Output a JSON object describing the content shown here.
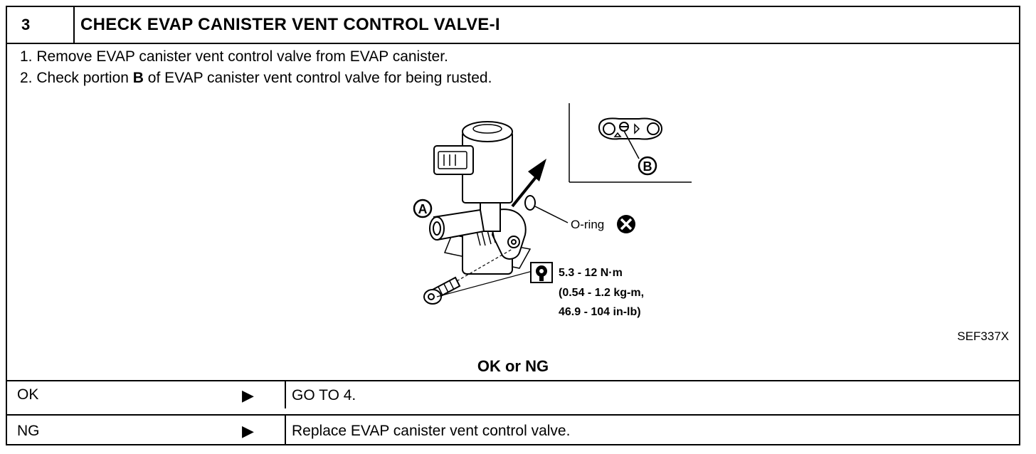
{
  "header": {
    "number": "3",
    "title": "CHECK EVAP CANISTER VENT CONTROL VALVE-I"
  },
  "steps": [
    {
      "n": "1.",
      "pre": "Remove EVAP canister vent control valve from EVAP canister.",
      "bold": "",
      "post": ""
    },
    {
      "n": "2.",
      "pre": "Check portion ",
      "bold": "B",
      "post": " of EVAP canister vent control valve for being rusted."
    }
  ],
  "figure": {
    "label_a": "A",
    "label_b": "B",
    "oring": "O-ring",
    "torque_1": "5.3 - 12 N·m",
    "torque_2": "(0.54 - 1.2 kg-m,",
    "torque_3": "46.9 - 104 in-lb)",
    "code": "SEF337X"
  },
  "result_prompt": "OK or NG",
  "results": [
    {
      "label": "OK",
      "arrow": "▶",
      "action": "GO TO 4."
    },
    {
      "label": "NG",
      "arrow": "▶",
      "action": "Replace EVAP canister vent control valve."
    }
  ]
}
